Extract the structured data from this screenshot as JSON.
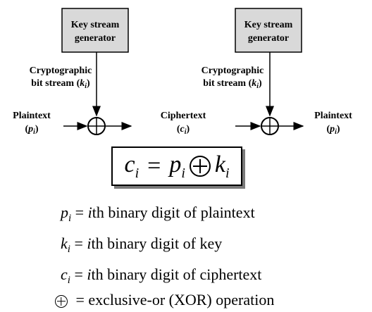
{
  "encrypt": {
    "generator": [
      "Key stream",
      "generator"
    ],
    "stream_label": [
      "Cryptographic",
      "bit stream (",
      "k",
      "i",
      ")"
    ],
    "input": [
      "Plaintext",
      "p",
      "i"
    ],
    "output": [
      "Ciphertext",
      "c",
      "i"
    ]
  },
  "decrypt": {
    "generator": [
      "Key stream",
      "generator"
    ],
    "stream_label": [
      "Cryptographic",
      "bit stream (",
      "k",
      "i",
      ")"
    ],
    "output": [
      "Plaintext",
      "p",
      "i"
    ]
  },
  "formula": {
    "lhs": "c",
    "lhs_sub": "i",
    "eq": "=",
    "a": "p",
    "a_sub": "i",
    "b": "k",
    "b_sub": "i"
  },
  "definitions": [
    {
      "symbol": "p",
      "sub": "i",
      "text": " = ",
      "ith": "i",
      "desc": "th binary digit of plaintext"
    },
    {
      "symbol": "k",
      "sub": "i",
      "text": " = ",
      "ith": "i",
      "desc": "th binary digit of key"
    },
    {
      "symbol": "c",
      "sub": "i",
      "text": " = ",
      "ith": "i",
      "desc": "th binary digit of ciphertext"
    }
  ],
  "xor_definition": " = exclusive-or (XOR) operation"
}
